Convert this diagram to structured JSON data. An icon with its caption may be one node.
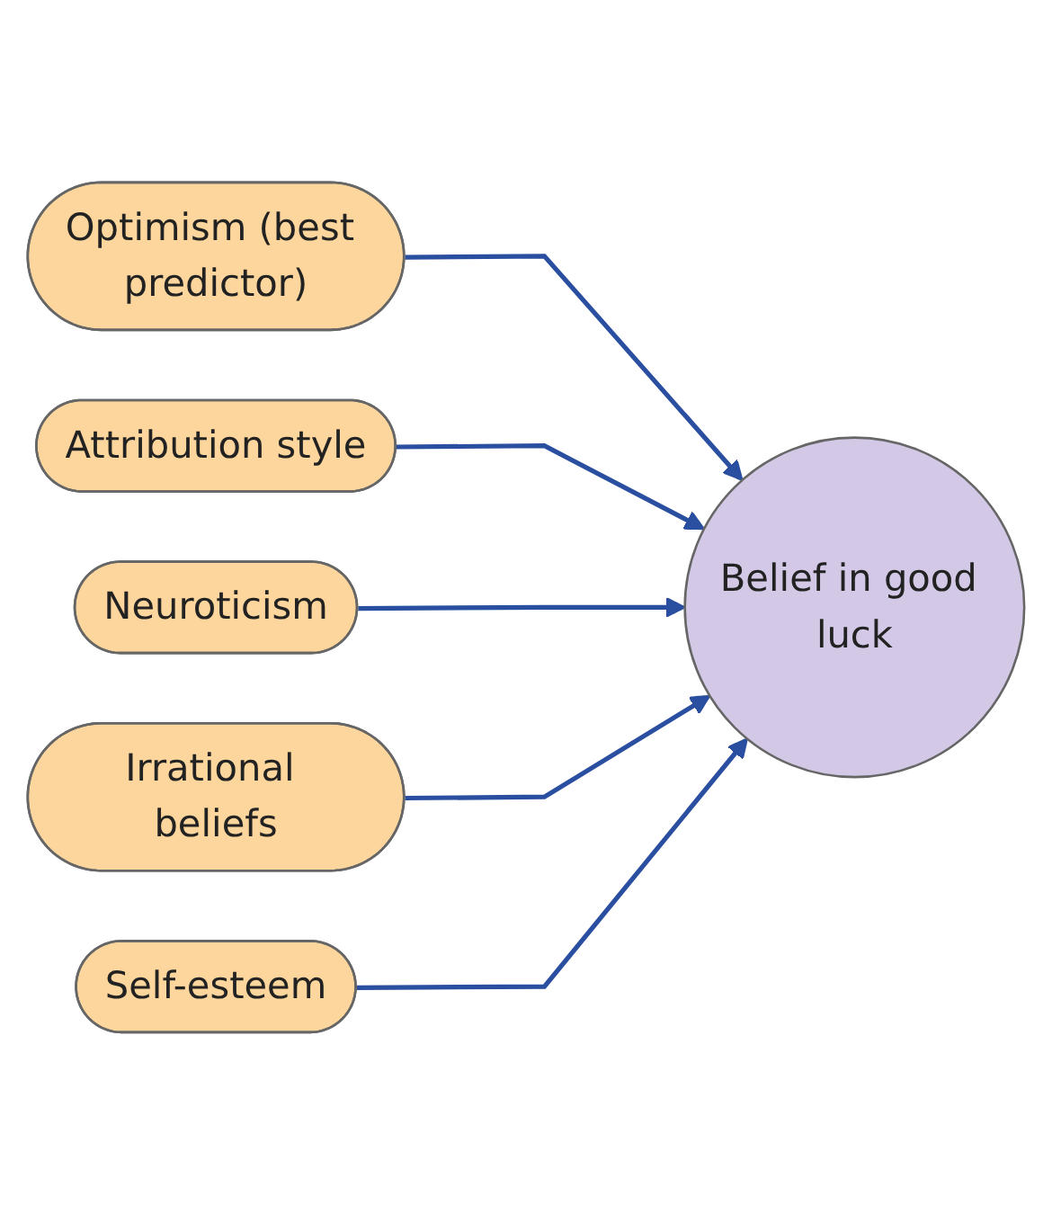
{
  "diagram": {
    "nodes": [
      {
        "text": [
          "Optimism (best predictor)"
        ]
      },
      {
        "text": [
          "Attribution style"
        ]
      },
      {
        "text": [
          "Neuroticism"
        ]
      },
      {
        "text": [
          "Irrational beliefs"
        ]
      },
      {
        "text": [
          "Self-esteem"
        ]
      },
      {
        "text": [
          "Belief in good luck"
        ]
      }
    ],
    "edges": [
      {
        "from": 0,
        "to": 5,
        "arrow": "to"
      },
      {
        "from": 1,
        "to": 5,
        "arrow": "to"
      },
      {
        "from": 2,
        "to": 5,
        "arrow": "to"
      },
      {
        "from": 3,
        "to": 5,
        "arrow": "to"
      },
      {
        "from": 4,
        "to": 5,
        "arrow": "to"
      }
    ]
  }
}
